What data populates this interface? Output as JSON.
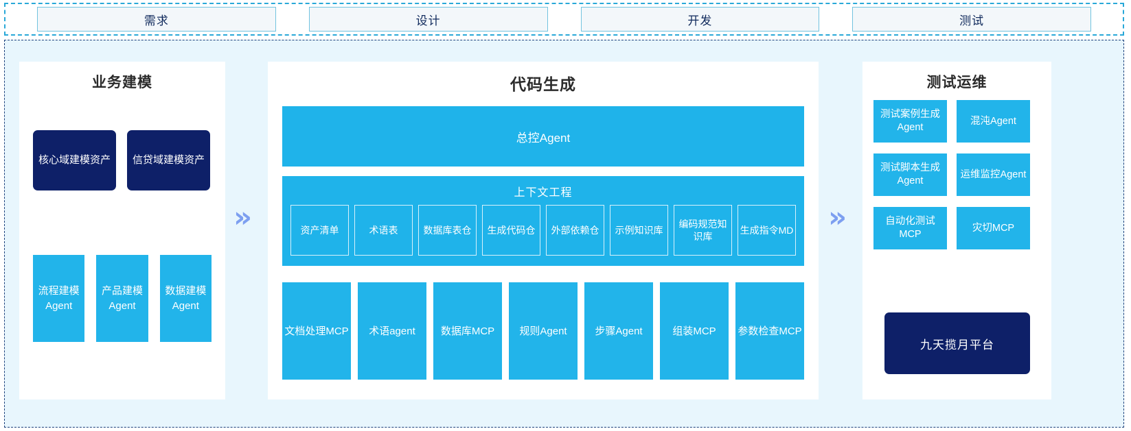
{
  "stages": {
    "items": [
      {
        "label": "需求"
      },
      {
        "label": "设计"
      },
      {
        "label": "开发"
      },
      {
        "label": "测试"
      }
    ]
  },
  "flow": {
    "arrow_glyph": "»"
  },
  "panels": {
    "business_modeling": {
      "title": "业务建模",
      "assets": [
        {
          "label": "核心域建模资产"
        },
        {
          "label": "信贷域建模资产"
        }
      ],
      "agents": [
        {
          "label": "流程建模Agent"
        },
        {
          "label": "产品建模Agent"
        },
        {
          "label": "数据建模Agent"
        }
      ]
    },
    "code_generation": {
      "title": "代码生成",
      "master_agent": "总控Agent",
      "context_engineering": {
        "title": "上下文工程",
        "items": [
          {
            "label": "资产清单"
          },
          {
            "label": "术语表"
          },
          {
            "label": "数据库表仓"
          },
          {
            "label": "生成代码仓"
          },
          {
            "label": "外部依赖仓"
          },
          {
            "label": "示例知识库"
          },
          {
            "label": "编码规范知识库"
          },
          {
            "label": "生成指令MD"
          }
        ]
      },
      "tools": [
        {
          "label": "文档处理MCP"
        },
        {
          "label": "术语agent"
        },
        {
          "label": "数据库MCP"
        },
        {
          "label": "规则Agent"
        },
        {
          "label": "步骤Agent"
        },
        {
          "label": "组装MCP"
        },
        {
          "label": "参数检查MCP"
        }
      ]
    },
    "test_ops": {
      "title": "测试运维",
      "cards": [
        {
          "label": "测试案例生成Agent"
        },
        {
          "label": "混沌Agent"
        },
        {
          "label": "测试脚本生成Agent"
        },
        {
          "label": "运维监控Agent"
        },
        {
          "label": "自动化测试MCP"
        },
        {
          "label": "灾切MCP"
        }
      ],
      "platform": "九天揽月平台"
    }
  },
  "colors": {
    "accent_blue": "#22b4ea",
    "navy": "#0e2068",
    "region_bg": "#e8f6fd",
    "arrow": "#7d9ff0",
    "stage_border": "#72c3df"
  }
}
